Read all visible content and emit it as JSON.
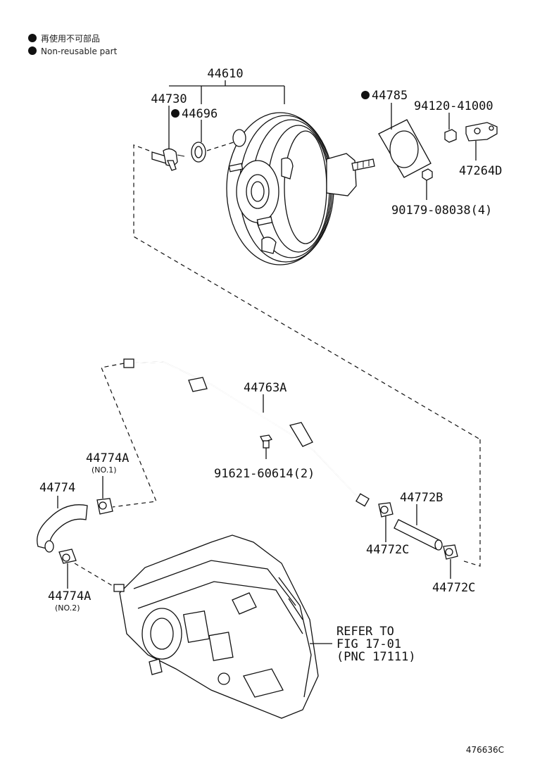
{
  "legend": {
    "line1": "再使用不可部品",
    "line2": "Non-reusable part"
  },
  "labels": {
    "p44610": "44610",
    "p44730": "44730",
    "p44696": "44696",
    "p44785": "44785",
    "p94120": "94120-41000",
    "p47264D": "47264D",
    "p90179": "90179-08038(4)",
    "p44763A": "44763A",
    "p91621": "91621-60614(2)",
    "p44774A1": "44774A",
    "p44774A1_sub": "(NO.1)",
    "p44774": "44774",
    "p44774A2": "44774A",
    "p44774A2_sub": "(NO.2)",
    "p44772B": "44772B",
    "p44772C_1": "44772C",
    "p44772C_2": "44772C",
    "refer1": "REFER TO",
    "refer2": "FIG 17-01",
    "refer3": "(PNC 17111)"
  },
  "figure_code": "476636C"
}
